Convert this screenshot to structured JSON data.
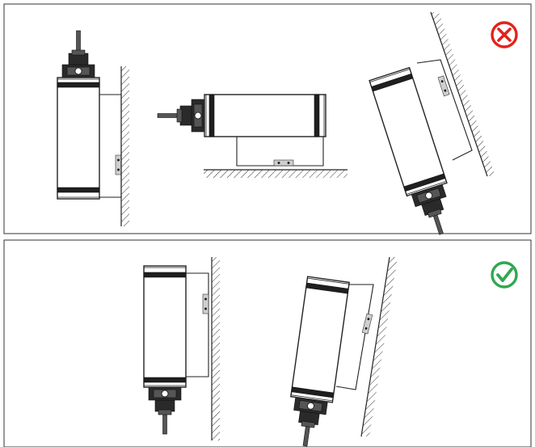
{
  "panels": [
    {
      "verdict": "incorrect",
      "icon": "x-circle-icon",
      "color": "#e2231a",
      "mountings": [
        "vertical-cable-up",
        "horizontal-on-floor",
        "tilted-cable-down"
      ]
    },
    {
      "verdict": "correct",
      "icon": "check-circle-icon",
      "color": "#2fa84f",
      "mountings": [
        "vertical-cable-down",
        "tilted-cable-down"
      ]
    }
  ]
}
